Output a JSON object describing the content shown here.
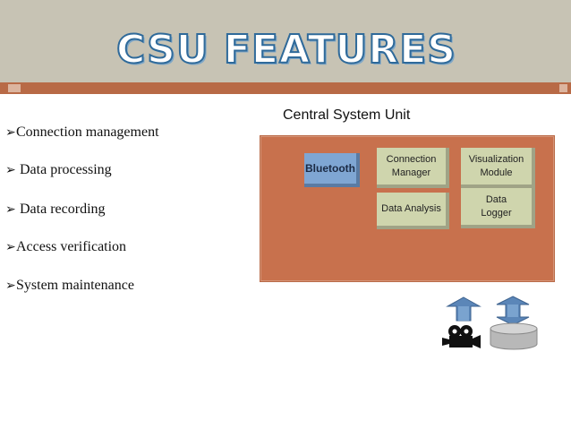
{
  "slide": {
    "title": "CSU FEATURES",
    "bullets": [
      {
        "marker": "➢",
        "text": "Connection management"
      },
      {
        "marker": "➢",
        "text": " Data processing"
      },
      {
        "marker": "➢",
        "text": " Data recording"
      },
      {
        "marker": "➢",
        "text": "Access verification"
      },
      {
        "marker": "➢",
        "text": "System maintenance"
      }
    ]
  },
  "diagram": {
    "label": "Central System Unit",
    "modules": {
      "bluetooth": "Bluetooth",
      "connection_manager": "Connection\nManager",
      "visualization_module": "Visualization\nModule",
      "data_analysis": "Data Analysis",
      "data_logger": "Data\nLogger"
    },
    "icons": [
      "up-arrow-icon",
      "double-arrow-icon",
      "camera-icon",
      "database-icon"
    ]
  },
  "colors": {
    "header": "#c7c3b4",
    "accent_bar": "#b86a46",
    "csu_box": "#c8714d",
    "module": "#cfd5ad",
    "bluetooth": "#7fa6d3",
    "title_outline": "#2f6a9a"
  }
}
